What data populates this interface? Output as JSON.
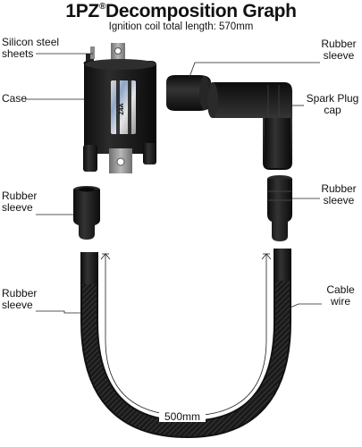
{
  "title": {
    "brand": "1PZ",
    "reg": "®",
    "text": "Decomposition Graph"
  },
  "subtitle": "Ignition coil total length: 570mm",
  "labels": {
    "silicon_steel_line1": "Silicon steel",
    "silicon_steel_line2": "sheets",
    "case": "Case",
    "rubber_sleeve_top_line1": "Rubber",
    "rubber_sleeve_top_line2": "sleeve",
    "spark_plug_line1": "Spark Plug",
    "spark_plug_line2": "cap",
    "rubber_sleeve_left_line1": "Rubber",
    "rubber_sleeve_left_line2": "sleeve",
    "rubber_sleeve_right_line1": "Rubber",
    "rubber_sleeve_right_line2": "sleeve",
    "rubber_sleeve_bottom_line1": "Rubber",
    "rubber_sleeve_bottom_line2": "sleeve",
    "cable_line1": "Cable",
    "cable_line2": "wire",
    "length": "500mm"
  },
  "coil_stamp": "Z4A",
  "colors": {
    "part": "#1a1a1a",
    "part_highlight": "#3a3a3a",
    "cable_texture": "#454545",
    "bracket": "#8a8a8a",
    "leader_line": "#222222"
  }
}
